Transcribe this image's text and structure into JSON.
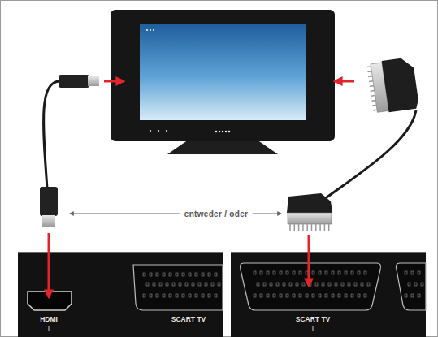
{
  "diagram": {
    "labels": [
      "entweder / oder",
      "HDMI",
      "SCART TV",
      "SCART TV"
    ]
  }
}
